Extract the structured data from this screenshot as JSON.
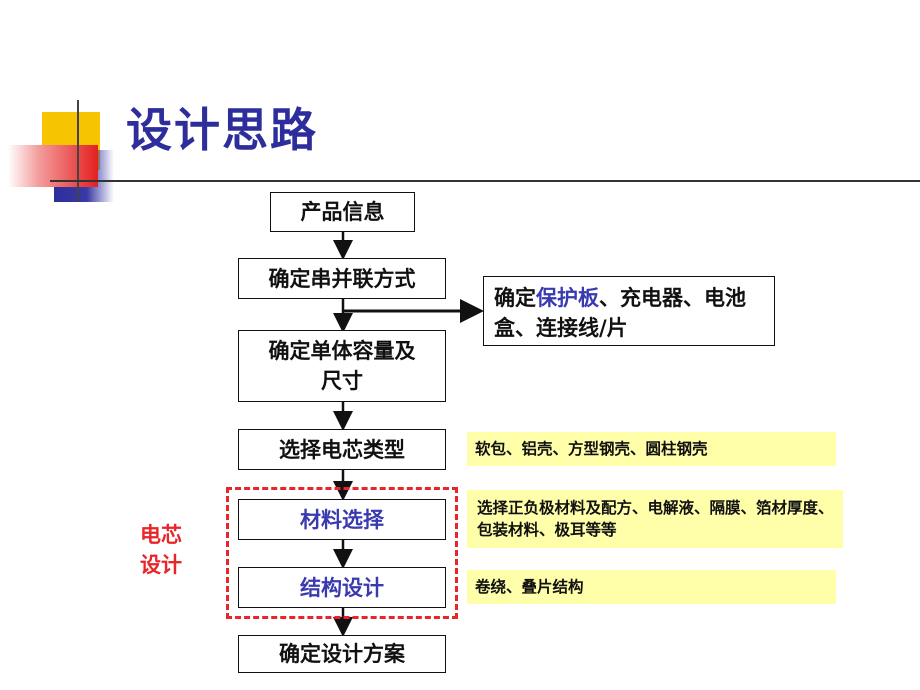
{
  "slide": {
    "title": "设计思路"
  },
  "flow": {
    "step1": "产品信息",
    "step2": "确定串并联方式",
    "step3": "确定单体容量及尺寸",
    "step4": "选择电芯类型",
    "step5": "材料选择",
    "step6": "结构设计",
    "step7": "确定设计方案"
  },
  "side_box": {
    "prefix": "确定",
    "highlight": "保护板",
    "suffix": "、充电器、电池盒、连接线/片"
  },
  "notes": {
    "cell_types": "软包、铝壳、方型钢壳、圆柱钢壳",
    "materials": "选择正负极材料及配方、电解液、隔膜、箔材厚度、包装材料、极耳等等",
    "structure": "卷绕、叠片结构"
  },
  "group_label": "电芯设计",
  "colors": {
    "title": "#2d2d9c",
    "highlight_text": "#3a3ab0",
    "dashed_border": "#e8262a",
    "note_bg": "#ffffaa"
  }
}
